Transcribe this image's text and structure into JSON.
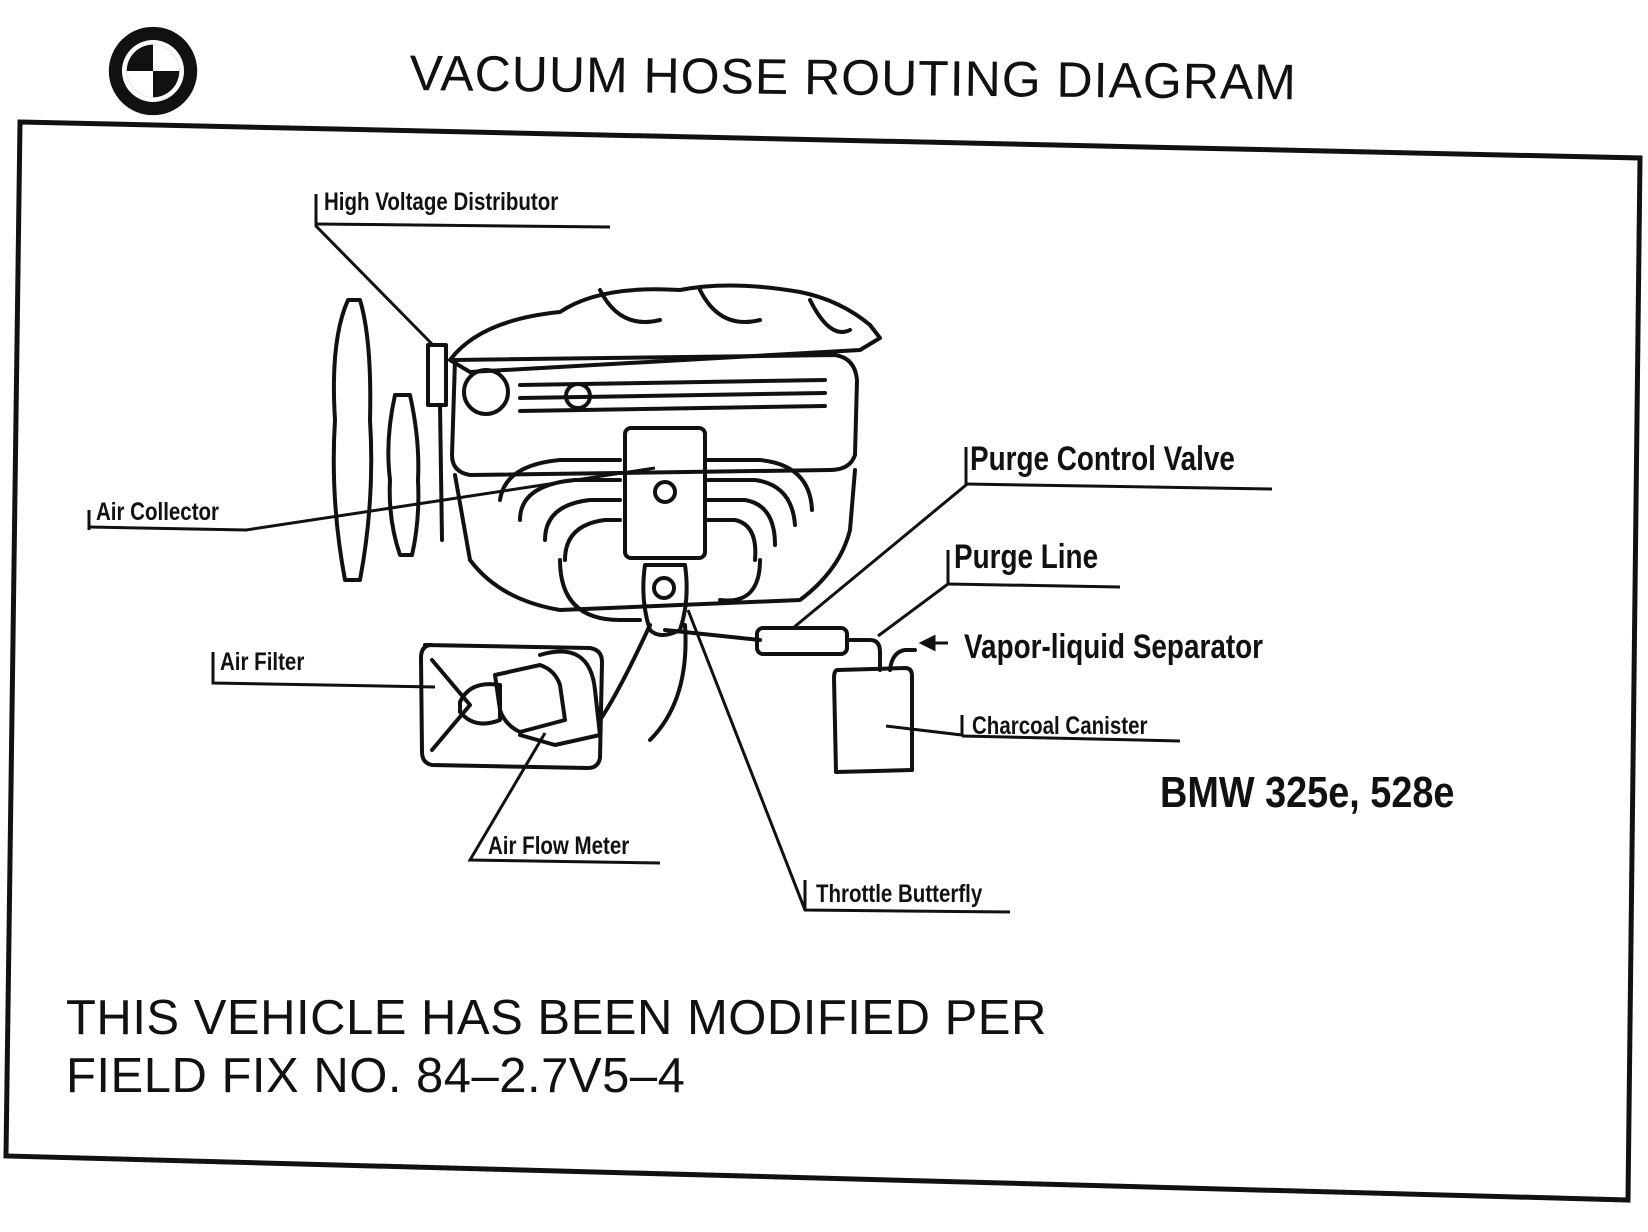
{
  "title": "VACUUM HOSE ROUTING DIAGRAM",
  "labels": {
    "distributor": "High Voltage Distributor",
    "air_collector": "Air Collector",
    "purge_control_valve": "Purge Control Valve",
    "purge_line": "Purge Line",
    "vapor_separator": "Vapor-liquid Separator",
    "air_filter": "Air Filter",
    "charcoal_canister": "Charcoal Canister",
    "air_flow_meter": "Air Flow Meter",
    "throttle_butterfly": "Throttle Butterfly"
  },
  "model": "BMW 325e, 528e",
  "notice": {
    "line1": "THIS VEHICLE HAS BEEN MODIFIED PER",
    "line2": "FIELD FIX NO. 84–2.7V5–4"
  }
}
